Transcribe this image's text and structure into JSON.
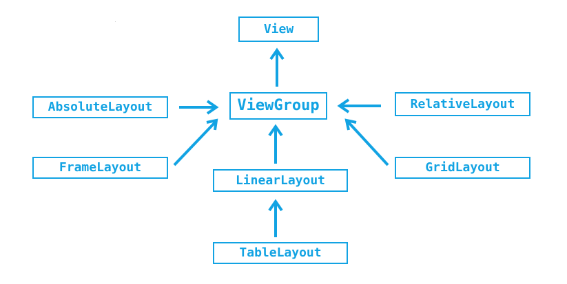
{
  "diagram": {
    "accent_color": "#12a3e3",
    "nodes": {
      "view": "View",
      "view_group": "ViewGroup",
      "absolute_layout": "AbsoluteLayout",
      "relative_layout": "RelativeLayout",
      "frame_layout": "FrameLayout",
      "grid_layout": "GridLayout",
      "linear_layout": "LinearLayout",
      "table_layout": "TableLayout"
    },
    "edges": [
      {
        "from": "view_group",
        "to": "view"
      },
      {
        "from": "absolute_layout",
        "to": "view_group"
      },
      {
        "from": "relative_layout",
        "to": "view_group"
      },
      {
        "from": "frame_layout",
        "to": "view_group"
      },
      {
        "from": "grid_layout",
        "to": "view_group"
      },
      {
        "from": "linear_layout",
        "to": "view_group"
      },
      {
        "from": "table_layout",
        "to": "linear_layout"
      }
    ]
  }
}
